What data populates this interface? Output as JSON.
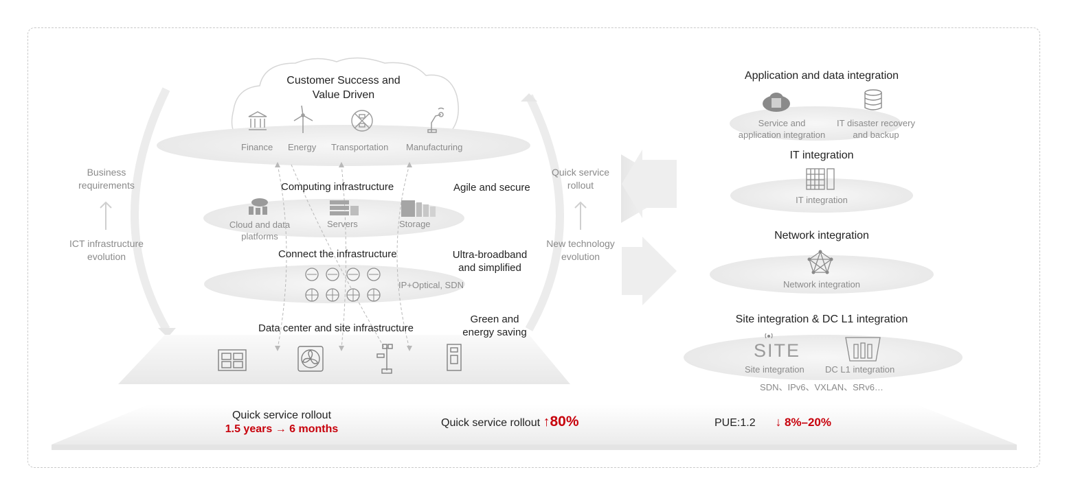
{
  "cloud": {
    "title_line1": "Customer Success and",
    "title_line2": "Value Driven",
    "sectors": [
      "Finance",
      "Energy",
      "Transportation",
      "Manufacturing"
    ]
  },
  "left_side": {
    "top_line1": "Business",
    "top_line2": "requirements",
    "bottom_line1": "ICT infrastructure",
    "bottom_line2": "evolution"
  },
  "right_side": {
    "top_line1": "Quick service",
    "top_line2": "rollout",
    "bottom_line1": "New technology",
    "bottom_line2": "evolution"
  },
  "layers": {
    "computing": {
      "title": "Computing infrastructure",
      "tag": "Agile and secure",
      "items": [
        "Cloud and data",
        "platforms",
        "Servers",
        "Storage"
      ]
    },
    "connect": {
      "title": "Connect the infrastructure",
      "tag_line1": "Ultra-broadband",
      "tag_line2": "and simplified",
      "item": "IP+Optical, SDN"
    },
    "datacenter": {
      "title": "Data center and site infrastructure",
      "tag_line1": "Green and",
      "tag_line2": "energy saving"
    }
  },
  "integration": {
    "app": {
      "title": "Application and data integration",
      "item1_line1": "Service and",
      "item1_line2": "application integration",
      "item2_line1": "IT disaster recovery",
      "item2_line2": "and backup"
    },
    "it": {
      "title": "IT integration",
      "item": "IT integration"
    },
    "network": {
      "title": "Network integration",
      "item": "Network integration"
    },
    "site": {
      "title": "Site integration & DC L1 integration",
      "site_logo": "SITE",
      "item1": "Site integration",
      "item2": "DC L1 integration",
      "tech": "SDN、IPv6、VXLAN、SRv6…"
    }
  },
  "footer": {
    "m1_label": "Quick service rollout",
    "m1_value": "1.5 years → 6 months",
    "m2_label": "Quick service rollout",
    "m2_arrow": "↑",
    "m2_value": "80%",
    "m3_label": "PUE:1.2",
    "m3_arrow": "↓",
    "m3_value": "8%–20%"
  },
  "colors": {
    "accent": "#c7000b",
    "text": "#222222",
    "muted": "#8a8a8a"
  }
}
